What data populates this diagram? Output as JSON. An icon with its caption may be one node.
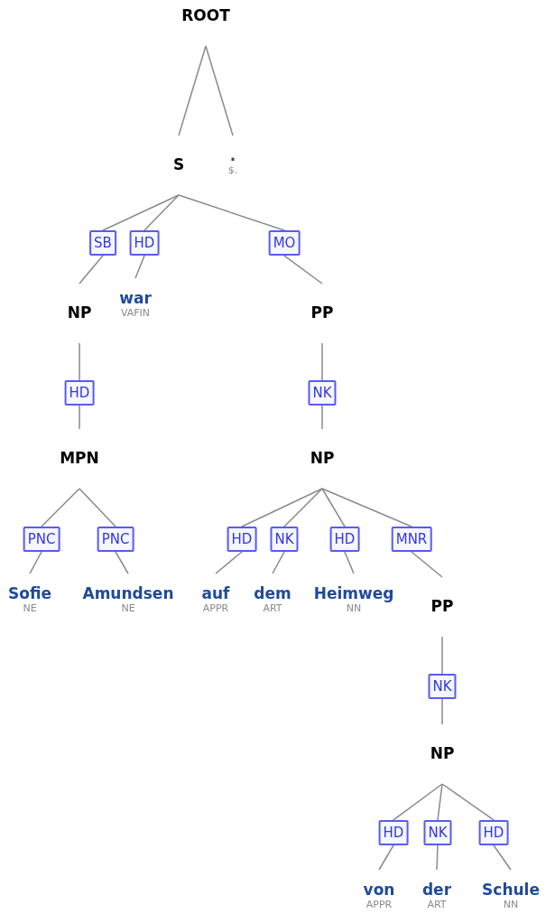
{
  "diagram": {
    "nodes": [
      {
        "text": [
          "ROOT"
        ]
      },
      {
        "text": [
          "S"
        ]
      },
      {
        "text": [
          ".",
          "$."
        ]
      },
      {
        "text": [
          "NP"
        ]
      },
      {
        "text": [
          "war",
          "VAFIN"
        ]
      },
      {
        "text": [
          "PP"
        ]
      },
      {
        "text": [
          "MPN"
        ]
      },
      {
        "text": [
          "NP"
        ]
      },
      {
        "text": [
          "Sofie",
          "NE"
        ]
      },
      {
        "text": [
          "Amundsen",
          "NE"
        ]
      },
      {
        "text": [
          "auf",
          "APPR"
        ]
      },
      {
        "text": [
          "dem",
          "ART"
        ]
      },
      {
        "text": [
          "Heimweg",
          "NN"
        ]
      },
      {
        "text": [
          "PP"
        ]
      },
      {
        "text": [
          "NP"
        ]
      },
      {
        "text": [
          "von",
          "APPR"
        ]
      },
      {
        "text": [
          "der",
          "ART"
        ]
      },
      {
        "text": [
          "Schule",
          "NN"
        ]
      }
    ],
    "edges": [
      {
        "from": 0,
        "to": 1,
        "arrow": "none"
      },
      {
        "from": 0,
        "to": 2,
        "arrow": "none"
      },
      {
        "from": 1,
        "to": 3,
        "arrow": "none",
        "label": "SB"
      },
      {
        "from": 1,
        "to": 4,
        "arrow": "none",
        "label": "HD"
      },
      {
        "from": 1,
        "to": 5,
        "arrow": "none",
        "label": "MO"
      },
      {
        "from": 3,
        "to": 6,
        "arrow": "none",
        "label": "HD"
      },
      {
        "from": 5,
        "to": 7,
        "arrow": "none",
        "label": "NK"
      },
      {
        "from": 6,
        "to": 8,
        "arrow": "none",
        "label": "PNC"
      },
      {
        "from": 6,
        "to": 9,
        "arrow": "none",
        "label": "PNC"
      },
      {
        "from": 7,
        "to": 10,
        "arrow": "none",
        "label": "HD"
      },
      {
        "from": 7,
        "to": 11,
        "arrow": "none",
        "label": "NK"
      },
      {
        "from": 7,
        "to": 12,
        "arrow": "none",
        "label": "HD"
      },
      {
        "from": 7,
        "to": 13,
        "arrow": "none",
        "label": "MNR"
      },
      {
        "from": 13,
        "to": 14,
        "arrow": "none",
        "label": "NK"
      },
      {
        "from": 14,
        "to": 15,
        "arrow": "none",
        "label": "HD"
      },
      {
        "from": 14,
        "to": 16,
        "arrow": "none",
        "label": "NK"
      },
      {
        "from": 14,
        "to": 17,
        "arrow": "none",
        "label": "HD"
      }
    ]
  }
}
